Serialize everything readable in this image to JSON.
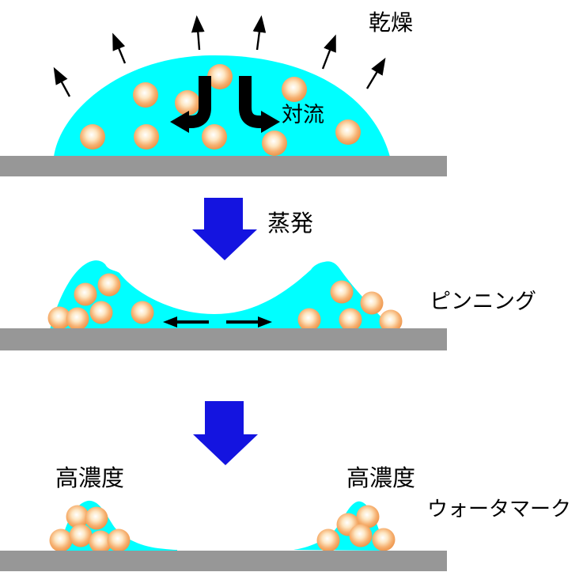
{
  "diagram": {
    "type": "process-diagram",
    "labels": {
      "drying": "乾燥",
      "convection": "対流",
      "evaporation": "蒸発",
      "pinning": "ピンニング",
      "high_concentration_left": "高濃度",
      "high_concentration_right": "高濃度",
      "watermark": "ウォータマーク"
    },
    "colors": {
      "droplet": "#00ffff",
      "substrate": "#979797",
      "process_arrow": "#1414e0",
      "particle": "#ec9247",
      "line_arrow": "#000000",
      "text": "#000000",
      "background": "#ffffff"
    }
  }
}
